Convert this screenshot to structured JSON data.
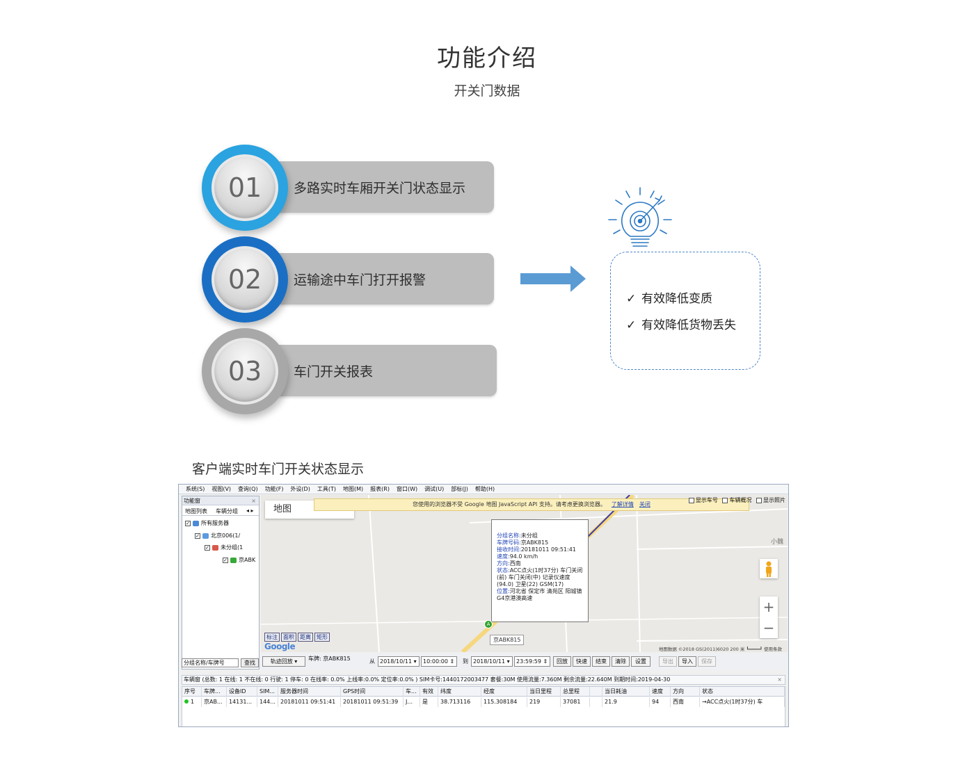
{
  "header": {
    "title": "功能介绍",
    "subtitle": "开关门数据"
  },
  "features": [
    {
      "num": "01",
      "label": "多路实时车厢开关门状态显示",
      "ring_color": "#2aa3e0"
    },
    {
      "num": "02",
      "label": "运输途中车门打开报警",
      "ring_color": "#1a6fc4"
    },
    {
      "num": "03",
      "label": "车门开关报表",
      "ring_color": "#a8a8a8"
    }
  ],
  "arrow_icon": "right-arrow-icon",
  "bulb_icon": "target-bulb-icon",
  "results": [
    {
      "check": "✓",
      "text": "有效降低变质"
    },
    {
      "check": "✓",
      "text": "有效降低货物丢失"
    }
  ],
  "client_section_title": "客户端实时车门开关状态显示",
  "client": {
    "menu": [
      "系统(S)",
      "视图(V)",
      "查询(Q)",
      "功能(F)",
      "外设(D)",
      "工具(T)",
      "地图(M)",
      "报表(R)",
      "窗口(W)",
      "调试(U)",
      "部标(J)",
      "帮助(H)"
    ],
    "left_panel": {
      "title": "功能窗",
      "close": "×",
      "tabs": [
        "地图列表",
        "车辆分组"
      ],
      "tab_arrows": "◂ ▸",
      "tree": [
        "所有服务器",
        "北京006(1/",
        "未分组(1",
        "京ABK"
      ],
      "search_select": "分组名称/车牌号",
      "search_button": "查找"
    },
    "map": {
      "map_type": "地图",
      "notice": "您使用的浏览器不受 Google 地图 JavaScript API 支持。请考虑更换浏览器。",
      "notice_link1": "了解详情",
      "notice_link2": "关闭",
      "checks": [
        "显示车号",
        "车辆概况",
        "显示照片"
      ],
      "town": "小魏",
      "info": [
        {
          "k": "分组名称:",
          "v": "未分组"
        },
        {
          "k": "车牌号码:",
          "v": "京ABK815"
        },
        {
          "k": "接收时间:",
          "v": "20181011 09:51:41"
        },
        {
          "k": "速度:",
          "v": "94.0 km/h"
        },
        {
          "k": "方向:",
          "v": "西南"
        },
        {
          "k": "状态:",
          "v": "ACC点火(1时37分) 车门关闭(前) 车门关闭(中) 记录仪速度(94.0) 卫星(22) GSM(17)"
        },
        {
          "k": "位置:",
          "v": "河北省 保定市 清苑区 阳城镇 G4京港澳高速"
        }
      ],
      "marker_label": "京ABK815",
      "marker_letter": "A",
      "tools": [
        "标注",
        "面积",
        "距离",
        "矩形"
      ],
      "google": "Google",
      "copyright": "地图数据 ©2018 GS(2011)6020   200 米 ┗━━━━┛   使用条款",
      "zoom_in": "+",
      "zoom_out": "−"
    },
    "playbar": {
      "mode": "轨迹回放",
      "plate_label": "车牌: 京ABK815",
      "from": "从",
      "from_date": "2018/10/11",
      "from_time": "10:00:00",
      "to": "到",
      "to_date": "2018/10/11",
      "to_time": "23:59:59",
      "buttons": [
        "回放",
        "快速",
        "结束",
        "清除",
        "设置"
      ],
      "disabled_buttons": [
        "导出",
        "导入",
        "保存"
      ],
      "import_label": "导入"
    },
    "status_line": "车辆窗  (总数: 1 在线: 1 不在线: 0 行驶: 1 停车: 0 在线率: 0.0% 上线率:0.0% 定位率:0.0% ) SIM卡号:1440172003477 套餐:30M 使用流量:7.360M 剩余流量:22.640M 到期时间:2019-04-30",
    "grid": {
      "headers": [
        "序号",
        "车牌...",
        "设备ID",
        "SIM...",
        "服务器时间",
        "GPS时间",
        "车...",
        "有效",
        "纬度",
        "经度",
        "当日里程",
        "总里程",
        "",
        "当日耗油",
        "速度",
        "方向",
        "状态"
      ],
      "row": [
        "1",
        "京AB...",
        "14131...",
        "144...",
        "20181011 09:51:41",
        "20181011 09:51:39",
        "J...",
        "是",
        "38.713116",
        "115.308184",
        "219",
        "37081",
        "",
        "21.9",
        "94",
        "西南",
        "→ACC点火(1时37分) 车"
      ]
    }
  }
}
